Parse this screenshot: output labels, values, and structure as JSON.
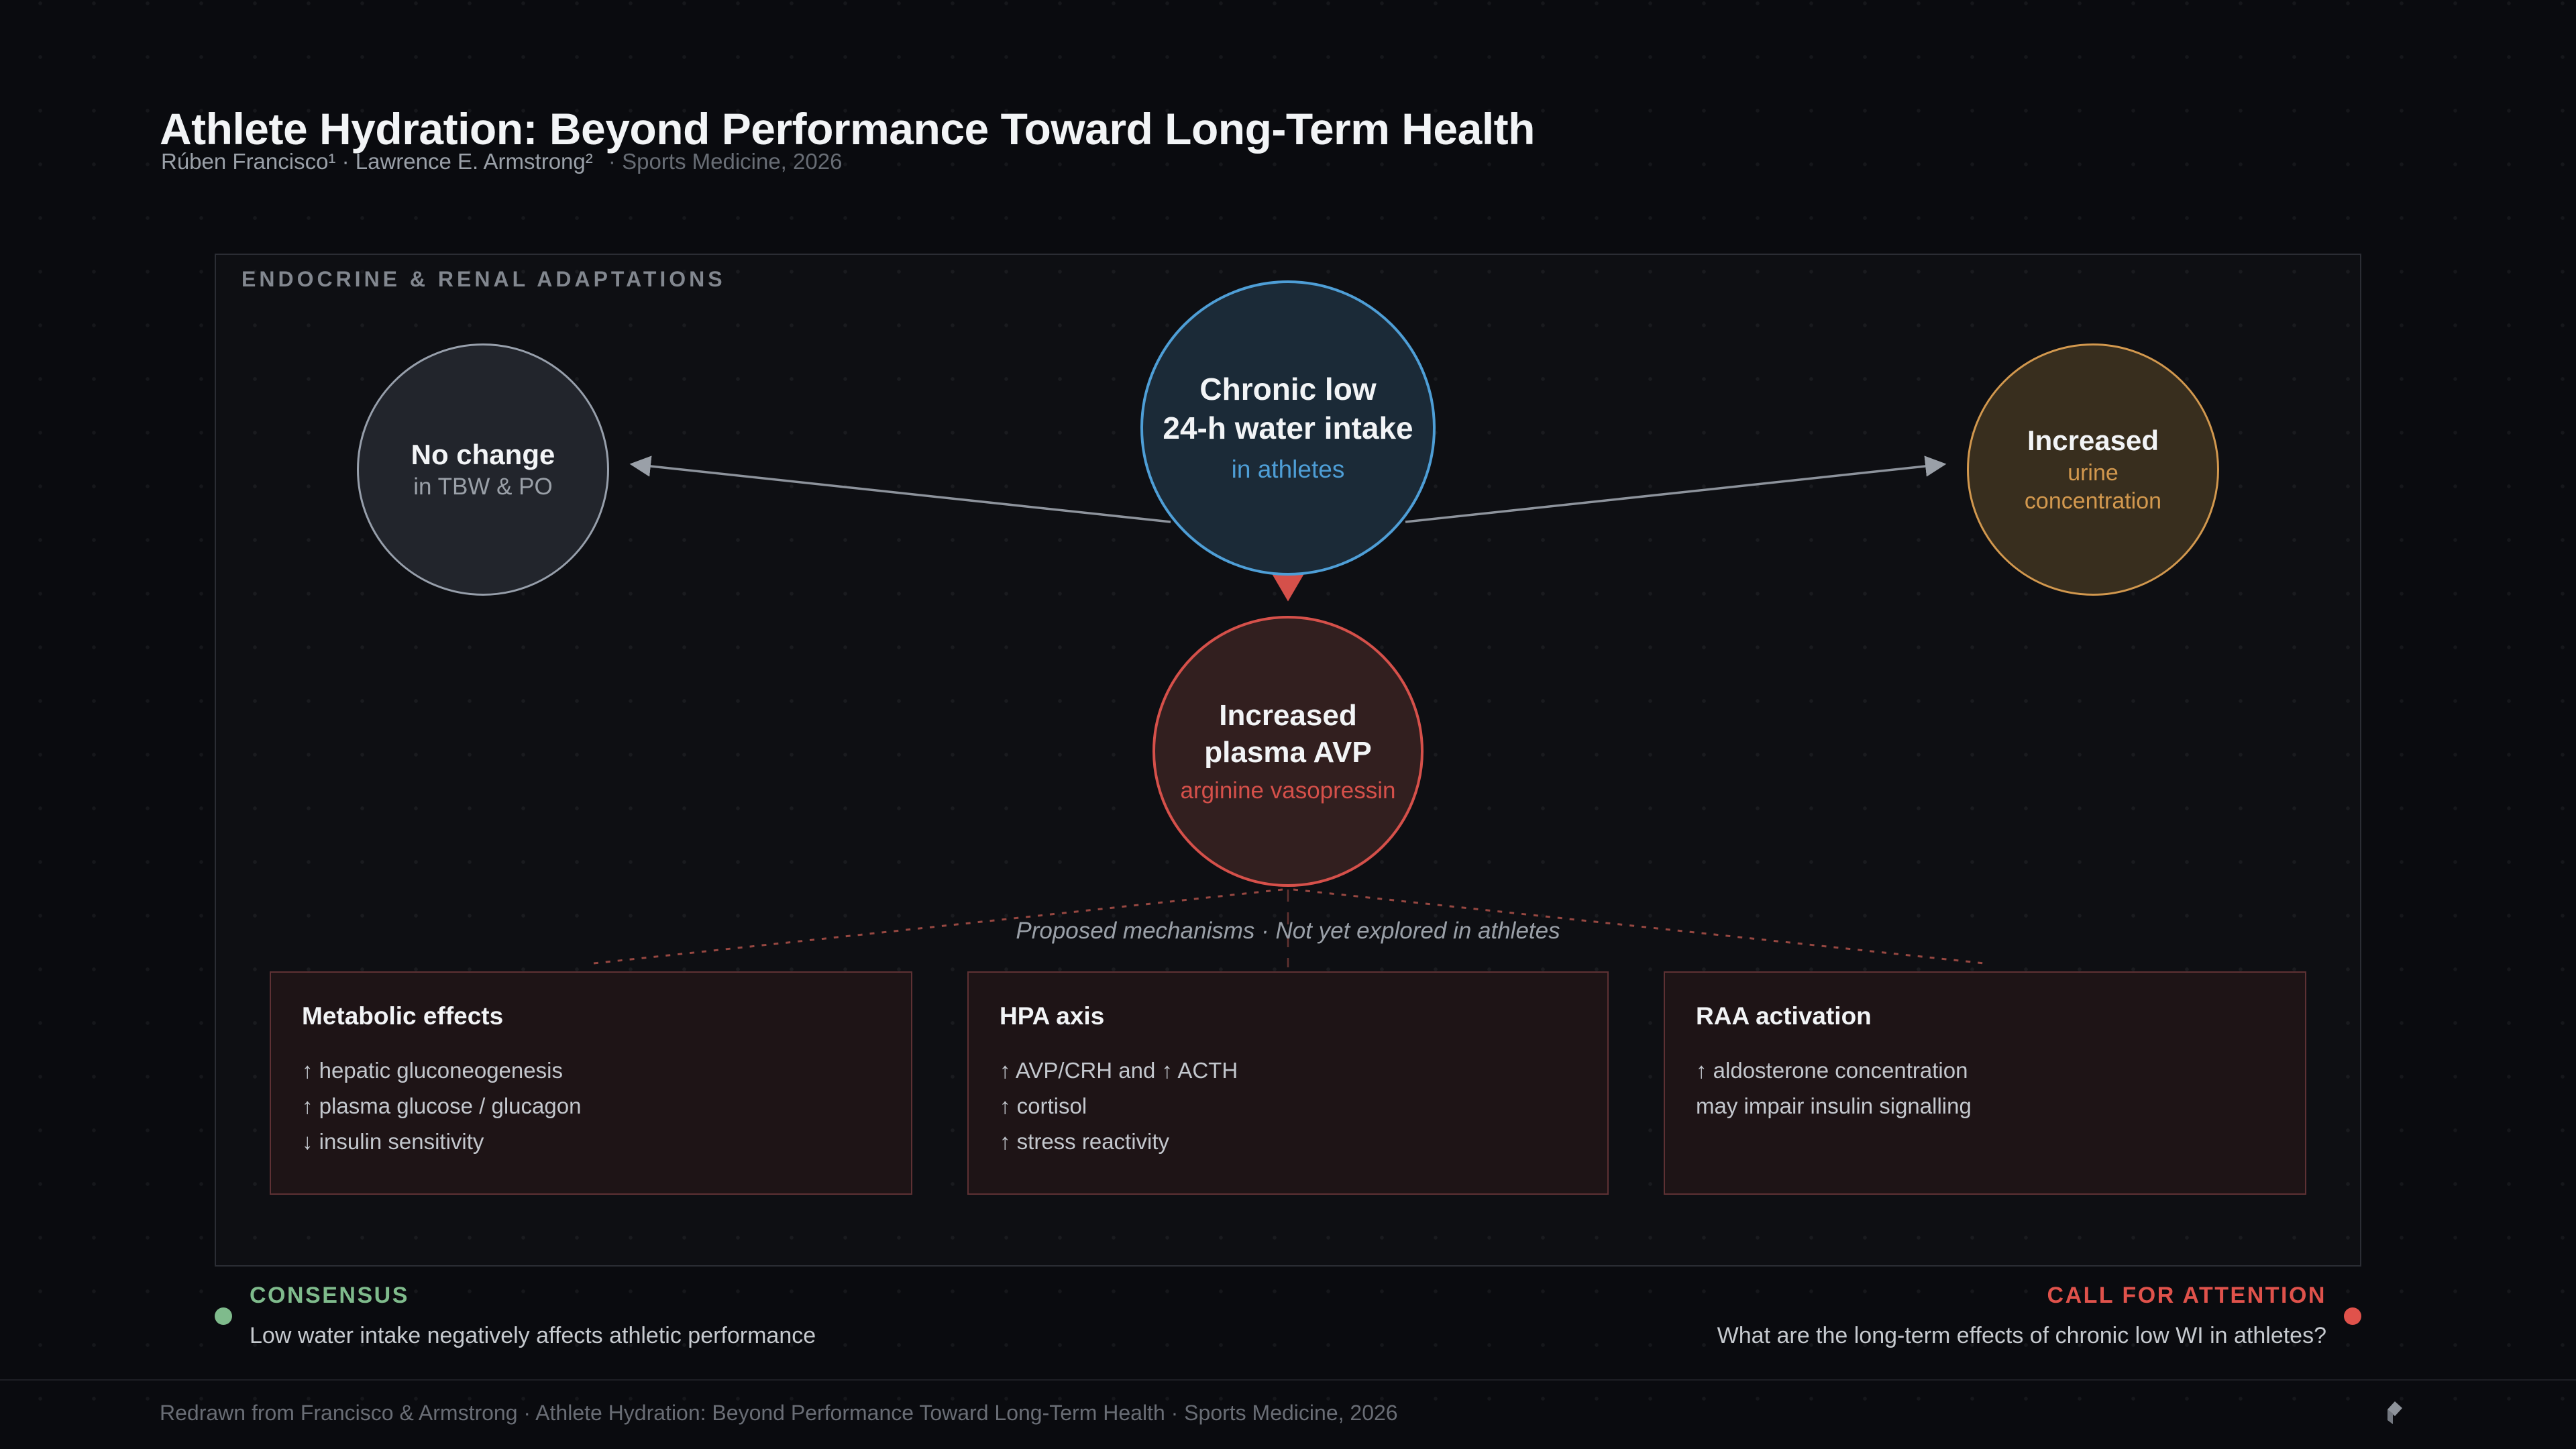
{
  "page": {
    "title": "Athlete Hydration: Beyond Performance Toward Long-Term Health",
    "authors": "Rúben Francisco¹ · Lawrence E. Armstrong²",
    "journal": "· Sports Medicine, 2026"
  },
  "panel": {
    "label": "ENDOCRINE & RENAL ADAPTATIONS",
    "caption": "Proposed mechanisms · Not yet explored in athletes"
  },
  "nodes": {
    "no_change": {
      "title": "No change",
      "subtitle": "in TBW & PO"
    },
    "chronic_low": {
      "line1": "Chronic low",
      "line2": "24-h water intake",
      "subtitle": "in athletes"
    },
    "urine": {
      "title": "Increased",
      "sub1": "urine",
      "sub2": "concentration"
    },
    "avp": {
      "line1": "Increased",
      "line2": "plasma AVP",
      "subtitle": "arginine vasopressin"
    }
  },
  "boxes": [
    {
      "title": "Metabolic effects",
      "items": [
        "↑ hepatic gluconeogenesis",
        "↑ plasma glucose / glucagon",
        "↓ insulin sensitivity"
      ]
    },
    {
      "title": "HPA axis",
      "items": [
        "↑ AVP/CRH and ↑ ACTH",
        "↑ cortisol",
        "↑ stress reactivity"
      ]
    },
    {
      "title": "RAA activation",
      "items": [
        "↑ aldosterone concentration",
        "may impair insulin signalling"
      ]
    }
  ],
  "consensus": {
    "label": "CONSENSUS",
    "text": "Low water intake negatively affects athletic performance"
  },
  "attention": {
    "label": "CALL FOR ATTENTION",
    "text": "What are the long-term effects of chronic low WI in athletes?"
  },
  "footer": {
    "text": "Redrawn from Francisco & Armstrong · Athlete Hydration: Beyond Performance Toward Long-Term Health · Sports Medicine, 2026"
  },
  "colors": {
    "background": "#0a0b0f",
    "panel_border": "#2b2d34",
    "accent_blue": "#4e9ed6",
    "accent_amber": "#d2984e",
    "accent_red": "#d5504a",
    "consensus_green": "#7fbb8c",
    "attention_red": "#e0524b",
    "neutral_gray": "#979fab"
  }
}
